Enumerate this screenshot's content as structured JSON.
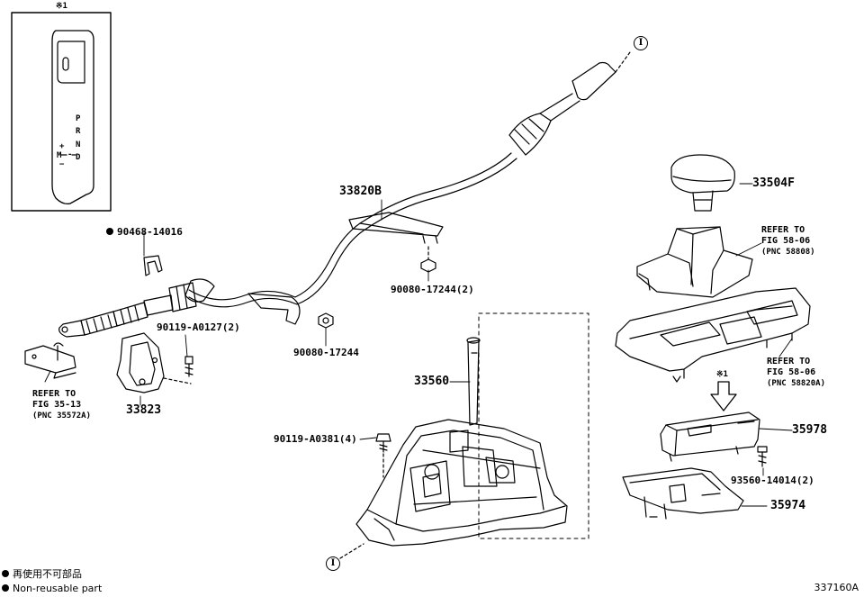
{
  "inset": {
    "mark": "※1",
    "shift_letters": [
      "P",
      "R",
      "N",
      "D"
    ],
    "plus": "+",
    "m_label": "M",
    "minus": "−",
    "dash": "-"
  },
  "parts": {
    "p33820B": "33820B",
    "p90468": "90468-14016",
    "p90080_2": "90080-17244(2)",
    "p90080": "90080-17244",
    "p90119_a0127": "90119-A0127(2)",
    "p33823": "33823",
    "p33560": "33560",
    "p90119_a0381": "90119-A0381(4)",
    "p33504F": "33504F",
    "p35978": "35978",
    "p93560": "93560-14014(2)",
    "p35974": "35974"
  },
  "refs": {
    "r1": {
      "line1": "REFER TO",
      "line2": "FIG 35-13",
      "line3": "(PNC 35572A)"
    },
    "r2": {
      "line1": "REFER TO",
      "line2": "FIG 58-06",
      "line3": "(PNC 58808)"
    },
    "r3": {
      "line1": "REFER TO",
      "line2": "FIG 58-06",
      "line3": "(PNC 58820A)"
    }
  },
  "markers": {
    "ref_mark": "※1",
    "circle_label": "I"
  },
  "legend": {
    "jp": "再使用不可部品",
    "en": "Non-reusable part"
  },
  "figure_id": "337160A"
}
